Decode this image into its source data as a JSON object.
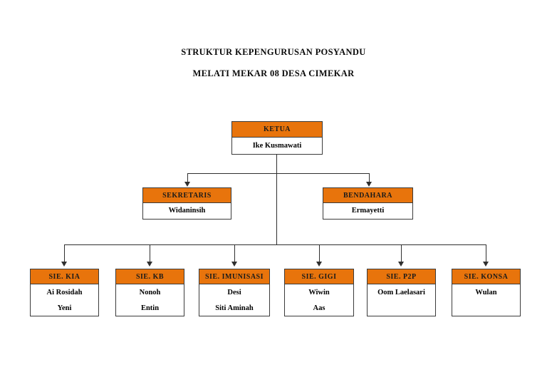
{
  "document": {
    "title_lines": [
      "STRUKTUR KEPENGURUSAN POSYANDU",
      "MELATI MEKAR 08 DESA CIMEKAR"
    ]
  },
  "theme": {
    "header_fill": "#E8740C",
    "body_fill": "#FFFFFF",
    "border_color": "#3B3B3B",
    "connector_color": "#2F2F2F",
    "text_color": "#000000",
    "page_background": "#FFFFFF"
  },
  "chart": {
    "type": "org-chart",
    "root": {
      "role": "KETUA",
      "members": [
        "Ike Kusmawati"
      ]
    },
    "level2": [
      {
        "role": "SEKRETARIS",
        "members": [
          "Widaninsih"
        ]
      },
      {
        "role": "BENDAHARA",
        "members": [
          "Ermayetti"
        ]
      }
    ],
    "level3": [
      {
        "role": "SIE. KIA",
        "members": [
          "Ai Rosidah",
          "Yeni"
        ]
      },
      {
        "role": "SIE. KB",
        "members": [
          "Nonoh",
          "Entin"
        ]
      },
      {
        "role": "SIE. IMUNISASI",
        "members": [
          "Desi",
          "Siti Aminah"
        ]
      },
      {
        "role": "SIE. GIGI",
        "members": [
          "Wiwin",
          "Aas"
        ]
      },
      {
        "role": "SIE. P2P",
        "members": [
          "Oom Laelasari",
          ""
        ]
      },
      {
        "role": "SIE. KONSA",
        "members": [
          "Wulan",
          ""
        ]
      }
    ]
  }
}
